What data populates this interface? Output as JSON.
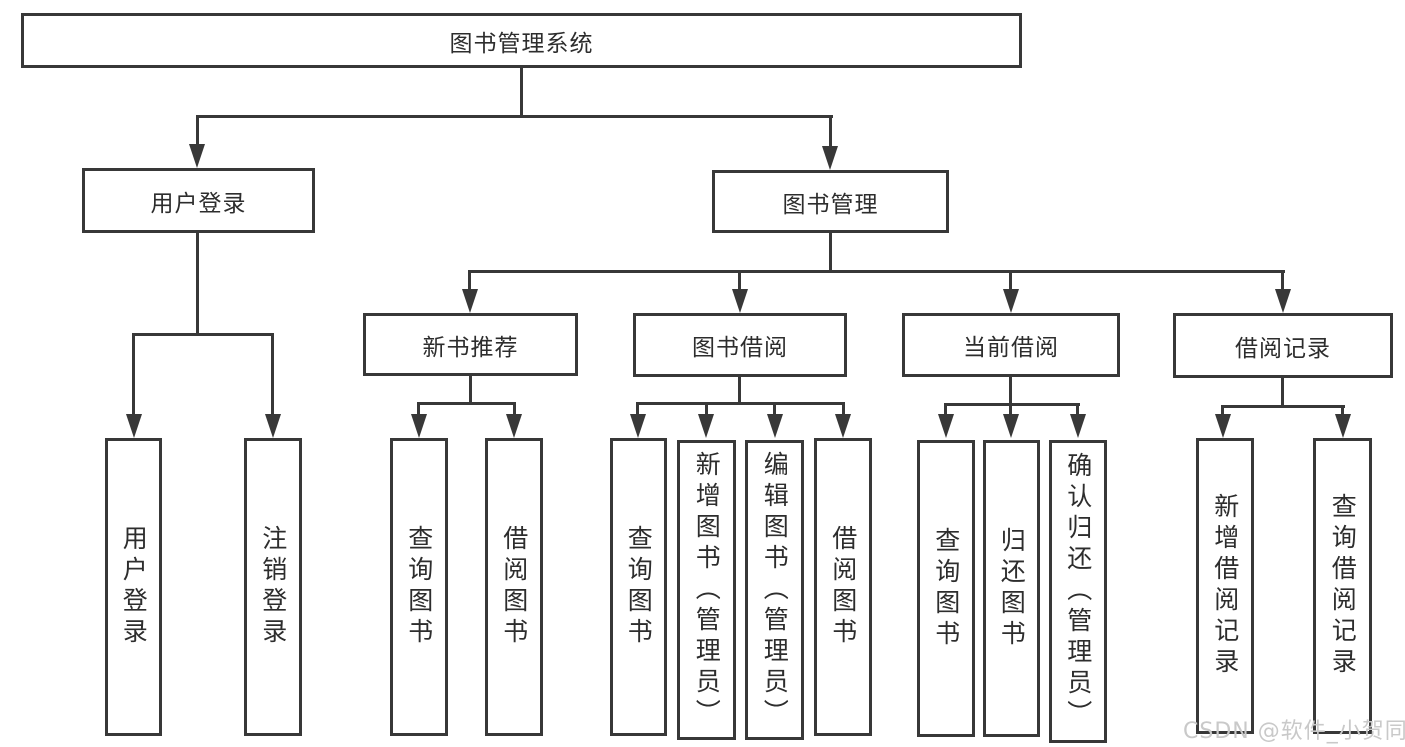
{
  "tree": {
    "label": "图书管理系统",
    "children": [
      {
        "label": "用户登录",
        "children": [
          {
            "label": "用户登录"
          },
          {
            "label": "注销登录"
          }
        ]
      },
      {
        "label": "图书管理",
        "children": [
          {
            "label": "新书推荐",
            "children": [
              {
                "label": "查询图书"
              },
              {
                "label": "借阅图书"
              }
            ]
          },
          {
            "label": "图书借阅",
            "children": [
              {
                "label": "查询图书"
              },
              {
                "label": "新增图书（管理员）"
              },
              {
                "label": "编辑图书（管理员）"
              },
              {
                "label": "借阅图书"
              }
            ]
          },
          {
            "label": "当前借阅",
            "children": [
              {
                "label": "查询图书"
              },
              {
                "label": "归还图书"
              },
              {
                "label": "确认归还（管理员）"
              }
            ]
          },
          {
            "label": "借阅记录",
            "children": [
              {
                "label": "新增借阅记录"
              },
              {
                "label": "查询借阅记录"
              }
            ]
          }
        ]
      }
    ]
  },
  "watermark": "CSDN @软件_小贺同学",
  "colors": {
    "line": "#383838",
    "text": "#2d2d2d",
    "box_background": "#ffffff",
    "watermark": "#c9c9c9"
  }
}
